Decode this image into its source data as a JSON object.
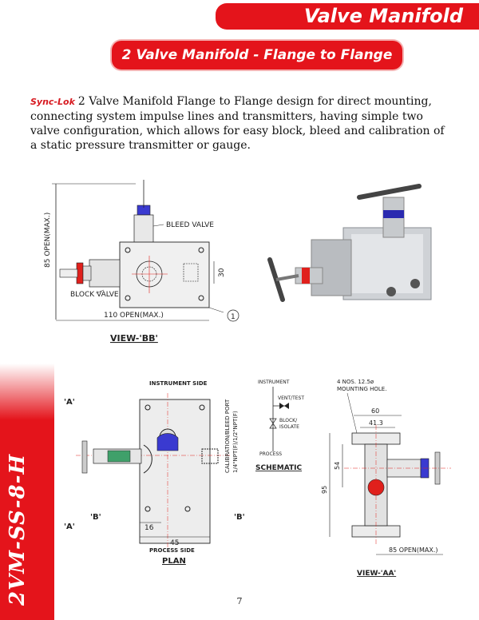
{
  "header": {
    "title": "Valve Manifold"
  },
  "subheader": {
    "title": "2 Valve Manifold - Flange to Flange"
  },
  "intro": {
    "brand": "Sync-Lok",
    "text": "2 Valve Manifold Flange to Flange design for direct mounting, connecting system impulse lines and transmitters, having simple two valve configuration, which allows for easy block, bleed and calibration of a static pressure transmitter or gauge."
  },
  "drawing_bb": {
    "dim_height": "85 OPEN(MAX.)",
    "bleed_label": "BLEED VALVE",
    "block_label": "BLOCK VALVE",
    "dim_30": "30",
    "dim_width": "110 OPEN(MAX.)",
    "callout": "1",
    "view_label": "VIEW-'BB'"
  },
  "drawing_plan": {
    "instrument_side": "INSTRUMENT SIDE",
    "port_label_1": "CALIBRATION/BLEED PORT",
    "port_label_2": "1/4\"NPT(F)/1/2\"NPT(F)",
    "a_top": "'A'",
    "a_bottom": "'A'",
    "b_left": "'B'",
    "b_right": "'B'",
    "dim_16": "16",
    "dim_45": "45",
    "process_side": "PROCESS SIDE",
    "plan_label": "PLAN"
  },
  "schematic": {
    "instrument": "INSTRUMENT",
    "vent": "VENT/TEST",
    "block_1": "BLOCK/",
    "block_2": "ISOLATE",
    "process": "PROCESS",
    "title": "SCHEMATIC"
  },
  "drawing_aa": {
    "holes_1": "4 NOS. 12.5ø",
    "holes_2": "MOUNTING HOLE.",
    "dim_60": "60",
    "dim_41": "41.3",
    "dim_54": "54",
    "dim_95": "95",
    "dim_85": "85 OPEN(MAX.)",
    "view_label": "VIEW-'AA'"
  },
  "side_tab": {
    "code": "2VM-SS-8-H"
  },
  "page_number": "7",
  "colors": {
    "accent": "#e4141b",
    "valve_blue": "#3a3ad0",
    "valve_red": "#e0201c"
  }
}
